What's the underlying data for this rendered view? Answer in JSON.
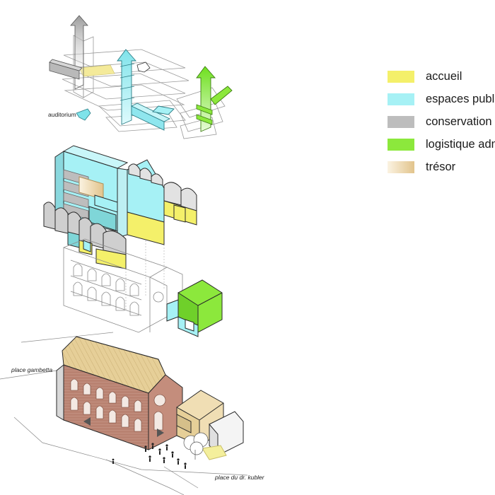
{
  "legend": {
    "items": [
      {
        "label": "accueil",
        "color": "#f4f06a"
      },
      {
        "label": "espaces publics",
        "color": "#a6f1f5"
      },
      {
        "label": "conservation",
        "color": "#bdbdbd"
      },
      {
        "label": "logistique administration",
        "color": "#8ce83c"
      },
      {
        "label": "trésor",
        "color": "#f1dcb6"
      }
    ]
  },
  "annotations": {
    "auditorium": "auditorium",
    "place_gambetta": "place gambetta",
    "place_kubler": "place du dr. kubler"
  },
  "colors": {
    "accueil": "#f4f06a",
    "espaces_publics": "#a6f1f5",
    "conservation": "#bdbdbd",
    "logistique": "#8ce83c",
    "tresor": "#e8d2a3",
    "brick": "#b4796a",
    "line": "#2a2a2a"
  }
}
